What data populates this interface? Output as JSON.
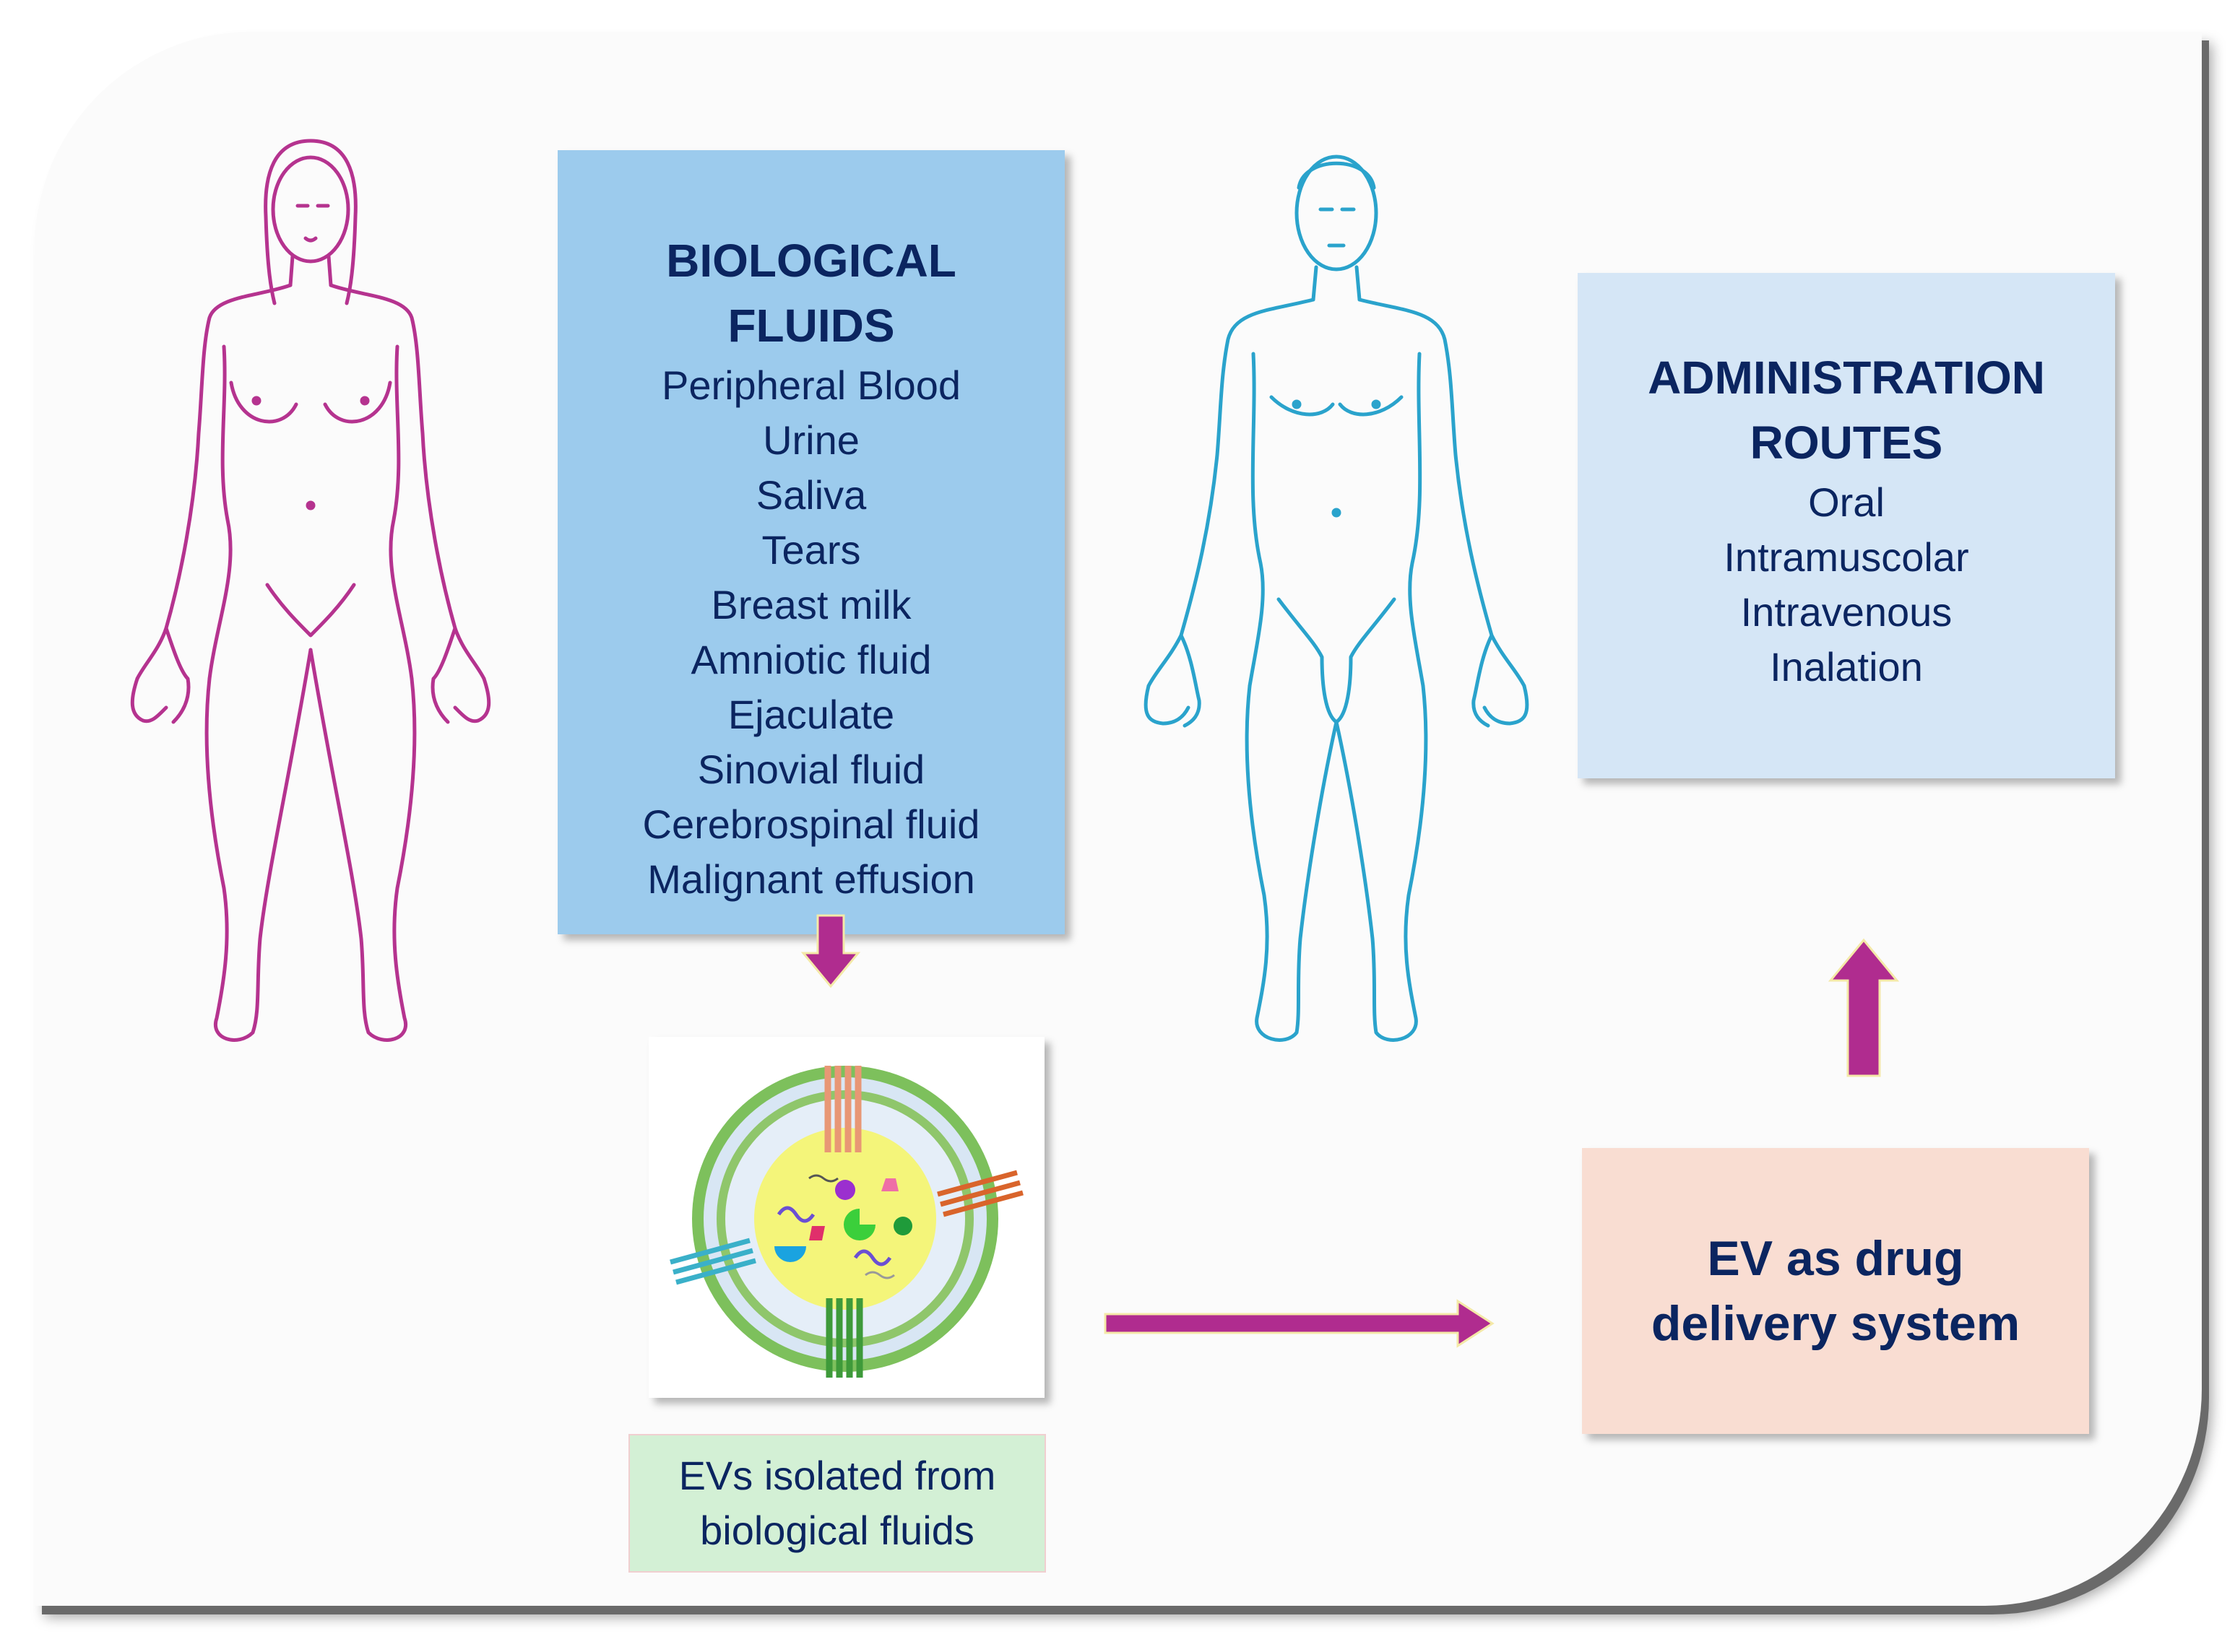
{
  "biological_fluids": {
    "title_line1": "BIOLOGICAL",
    "title_line2": "FLUIDS",
    "items": [
      "Peripheral Blood",
      "Urine",
      "Saliva",
      "Tears",
      "Breast milk",
      "Amniotic fluid",
      "Ejaculate",
      "Sinovial fluid",
      "Cerebrospinal fluid",
      "Malignant effusion"
    ]
  },
  "administration_routes": {
    "title_line1": "ADMINISTRATION",
    "title_line2": "ROUTES",
    "items": [
      "Oral",
      "Intramuscolar",
      "Intravenous",
      "Inalation"
    ]
  },
  "ev_drug": {
    "line1": "EV as drug",
    "line2": "delivery system"
  },
  "ev_isolated": {
    "line1": "EVs isolated from",
    "line2": "biological fluids"
  },
  "colors": {
    "female_outline": "#b5338f",
    "male_outline": "#2aa3cc",
    "arrow": "#b02c8f",
    "fluids_box": "#9ccbed",
    "routes_box": "#d5e6f6",
    "ev_drug_box": "#f9ddd2",
    "ev_label_box": "#d3f0d5",
    "text": "#0b2560"
  }
}
